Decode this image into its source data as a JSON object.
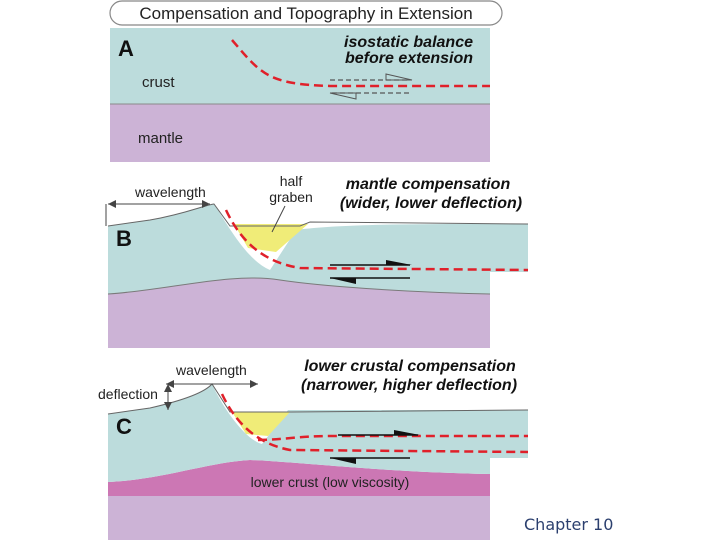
{
  "title": "Compensation and Topography in Extension",
  "panels": {
    "a": {
      "letter": "A",
      "caption_line1": "isostatic balance",
      "caption_line2": "before extension",
      "crust_label": "crust",
      "mantle_label": "mantle"
    },
    "b": {
      "letter": "B",
      "wavelength_label": "wavelength",
      "half_graben_line1": "half",
      "half_graben_line2": "graben",
      "caption_line1": "mantle compensation",
      "caption_line2": "(wider, lower deflection)"
    },
    "c": {
      "letter": "C",
      "wavelength_label": "wavelength",
      "deflection_label": "deflection",
      "caption_line1": "lower crustal compensation",
      "caption_line2": "(narrower, higher deflection)",
      "lower_crust_label": "lower crust (low viscosity)"
    }
  },
  "colors": {
    "crust": "#bcdcdc",
    "mantle": "#ccb3d6",
    "lower_crust": "#cc77b4",
    "basin_fill": "#f0ec78",
    "fault": "#e0202a"
  },
  "footer": "Chapter 10"
}
